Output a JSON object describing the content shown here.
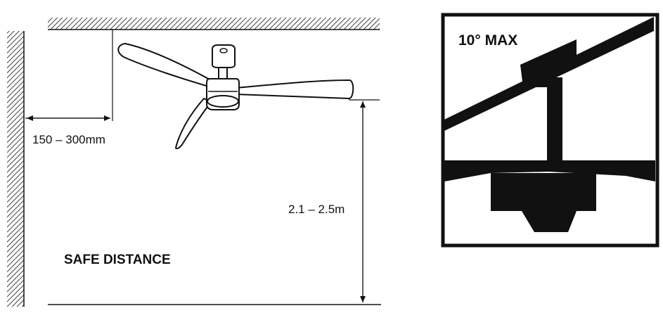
{
  "installation_diagram": {
    "wall_gap_label": "150 – 300mm",
    "floor_height_label": "2.1 – 2.5m",
    "safe_distance_label": "SAFE DISTANCE"
  },
  "slope_inset": {
    "angle_label": "10° MAX"
  },
  "colors": {
    "ink": "#111111",
    "background": "#ffffff"
  }
}
